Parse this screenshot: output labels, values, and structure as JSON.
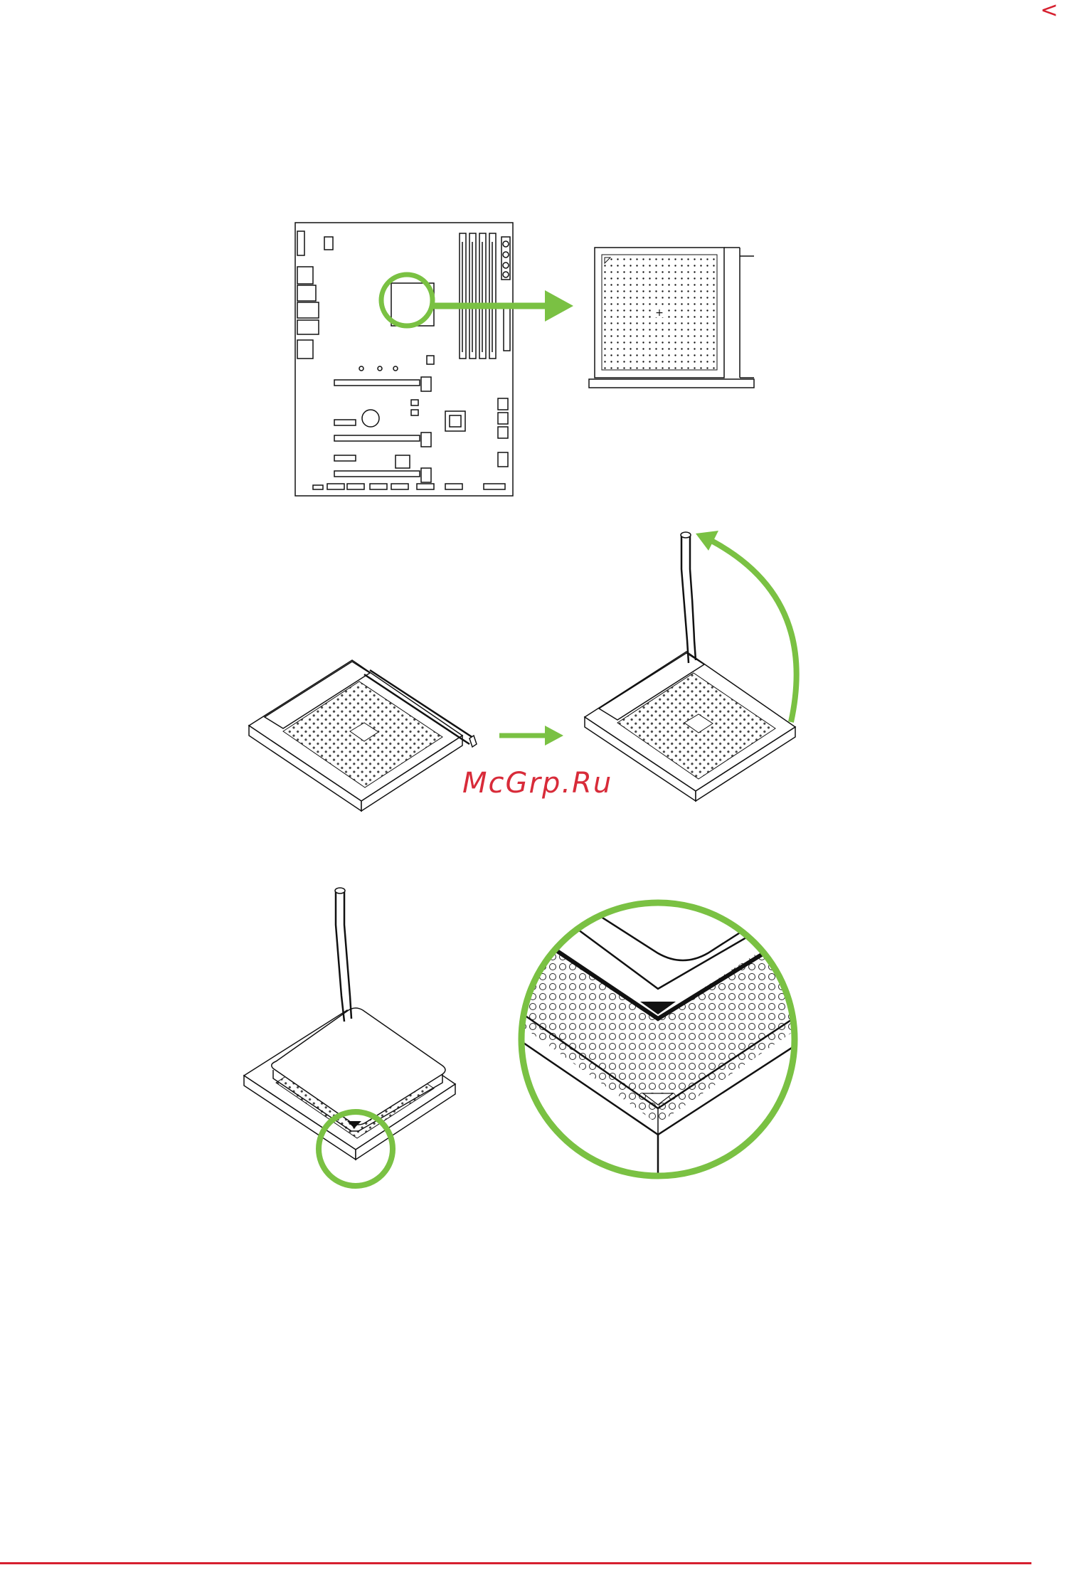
{
  "page": {
    "back_glyph": "<",
    "watermark": "McGrp.Ru"
  },
  "colors": {
    "accent": "#d6202f",
    "green": "#7ac143",
    "line": "#111111"
  },
  "figures": [
    {
      "name": "motherboard-layout",
      "icon": "motherboard-icon"
    },
    {
      "name": "cpu-socket-top-view",
      "icon": "socket-icon"
    },
    {
      "name": "socket-lever-down",
      "icon": "socket-icon"
    },
    {
      "name": "socket-lever-up",
      "icon": "socket-icon"
    },
    {
      "name": "cpu-placed-in-socket",
      "icon": "cpu-icon"
    },
    {
      "name": "pin1-alignment-zoom",
      "icon": "triangle-marker-icon"
    }
  ]
}
